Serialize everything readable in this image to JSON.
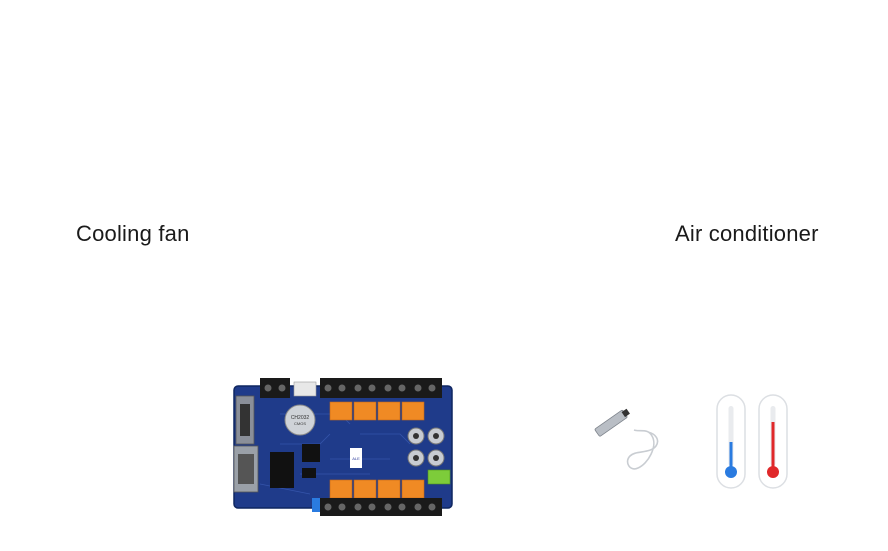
{
  "labels": {
    "left": "Cooling fan",
    "right": "Air conditioner"
  },
  "board": {
    "chip_text": "CH2032",
    "chip_subtext": "CMOS",
    "label_text": "ALE"
  },
  "colors": {
    "pcb": "#1f3b8a",
    "relay": "#f08a24",
    "terminal": "#1a1a1a",
    "connector_green": "#7dcc3a",
    "cold": "#2a7be0",
    "hot": "#e0282a"
  },
  "icons": {
    "board": "controller-board-icon",
    "probe": "temperature-probe-icon",
    "cold": "thermometer-cold-icon",
    "hot": "thermometer-hot-icon"
  }
}
